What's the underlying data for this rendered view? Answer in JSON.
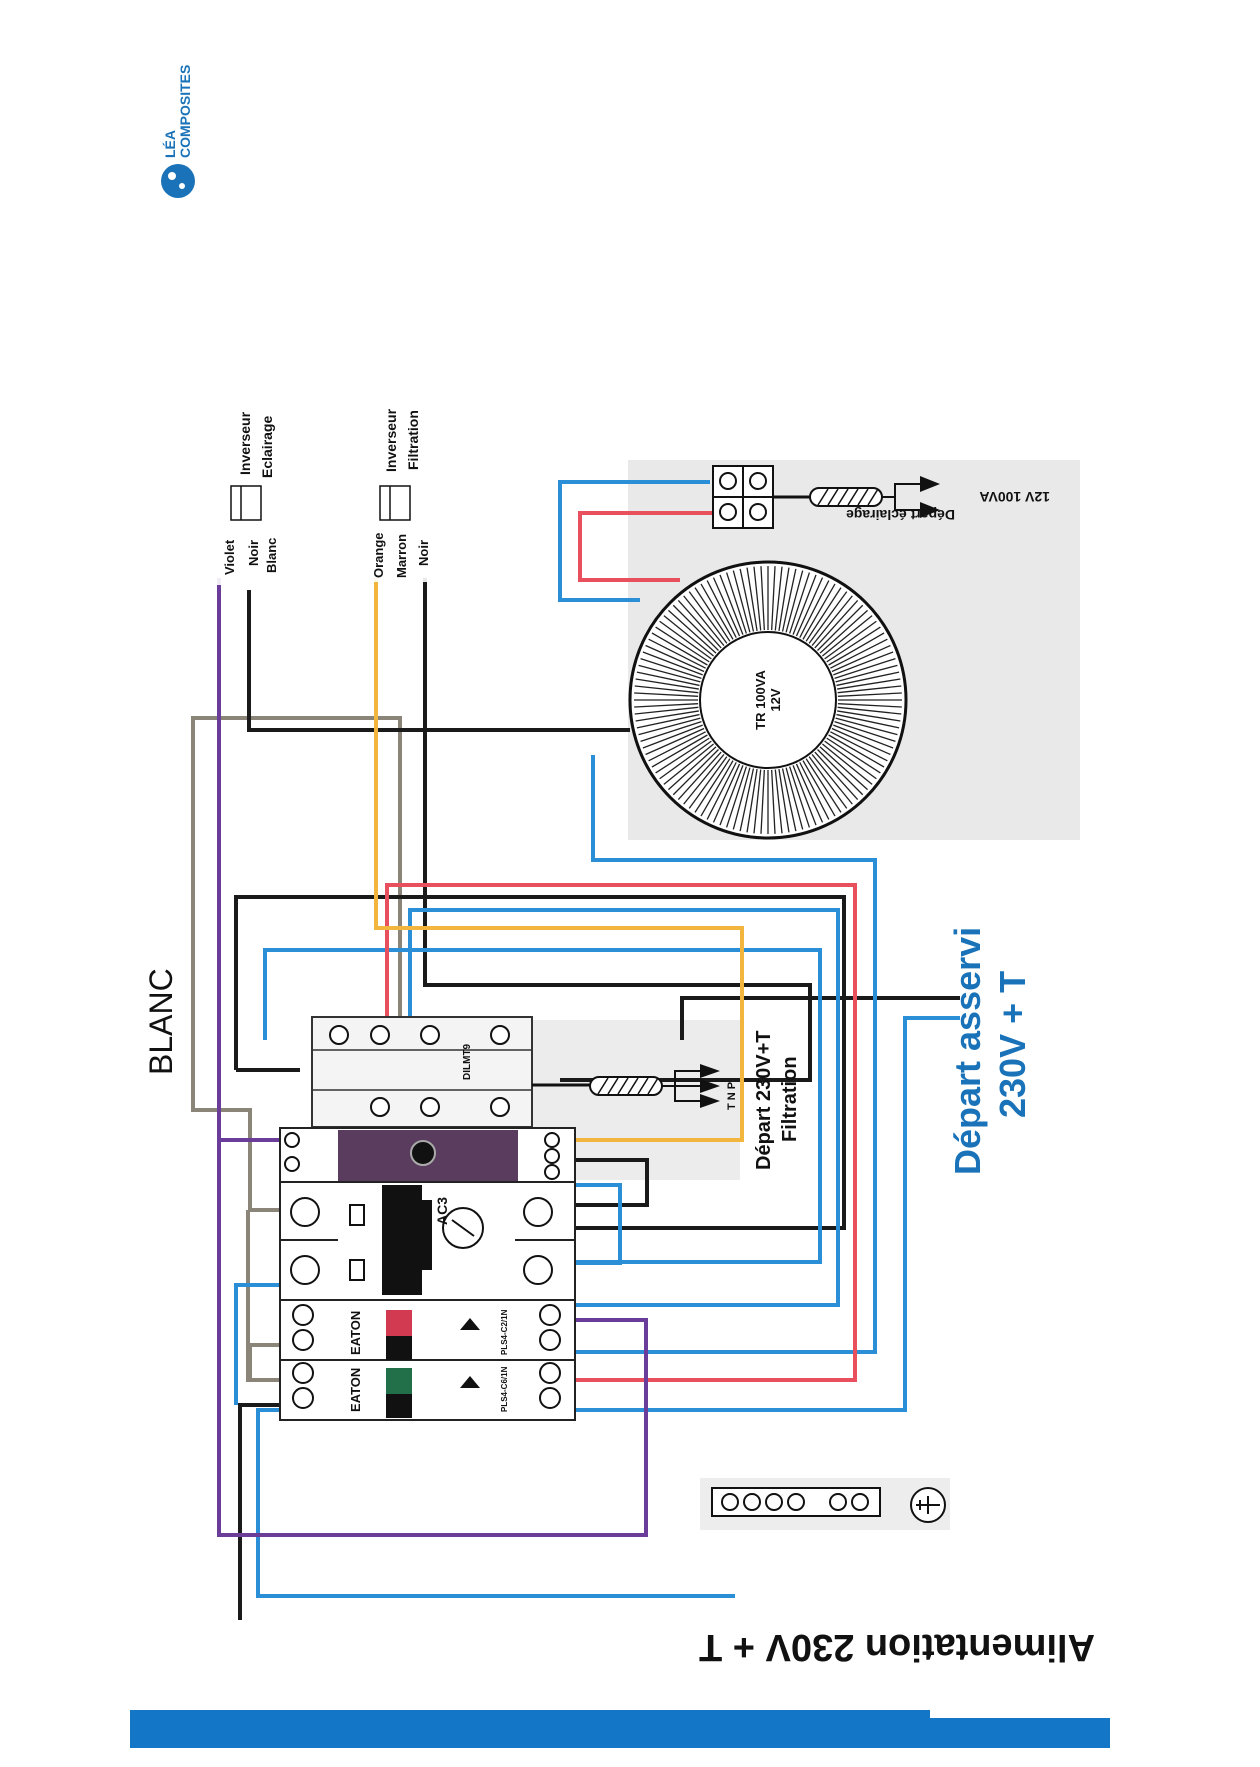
{
  "logo": {
    "line1": "LÉA",
    "line2": "COMPOSITES"
  },
  "labels": {
    "blanc": "BLANC",
    "violet": "Violet",
    "noir": "Noir",
    "blanc_small": "Blanc",
    "inverseur_eclairage_1": "Inverseur",
    "inverseur_eclairage_2": "Eclairage",
    "orange": "Orange",
    "marron": "Marron",
    "noir2": "Noir",
    "inverseur_filtration_1": "Inverseur",
    "inverseur_filtration_2": "Filtration",
    "transfo_1": "TR 100VA",
    "transfo_2": "12V",
    "depart_eclairage_1": "Départ éclairage",
    "depart_eclairage_2": "12V 100VA",
    "depart_filtration_1": "Départ 230V+T",
    "depart_filtration_2": "Filtration",
    "tnp": "T N P",
    "contactor": "DILMT9",
    "depart_asservi_1": "Départ asservi",
    "depart_asservi_2": "230V + T",
    "alimentation": "Alimentation 230V + T",
    "ac3": "AC3",
    "eaton1": "EATON",
    "eaton2": "EATON",
    "breaker1": "PLS4-C6/1N",
    "breaker2": "PLS4-C2/1N"
  },
  "colors": {
    "black": "#1a1a1a",
    "blue": "#2a8fd6",
    "red": "#e8505e",
    "orange": "#f2b63f",
    "violet": "#6a3d9a",
    "grey": "#8a8578",
    "brand": "#1a73b8",
    "bar": "#1476c6"
  }
}
